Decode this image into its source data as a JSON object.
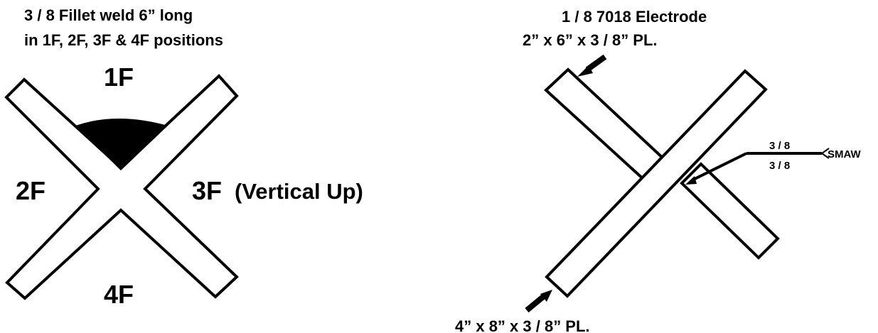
{
  "left_diagram": {
    "title_line1": "3 / 8 Fillet weld 6” long",
    "title_line2": "in 1F, 2F, 3F & 4F positions",
    "positions": {
      "top": "1F",
      "left": "2F",
      "right": "3F",
      "right_note": "(Vertical Up)",
      "bottom": "4F"
    }
  },
  "right_diagram": {
    "electrode": "1 / 8 7018 Electrode",
    "upper_plate": "2” x 6” x 3 / 8” PL.",
    "lower_plate": "4” x 8” x 3 / 8” PL.",
    "weld_symbol": {
      "arrow_side_size": "3 / 8",
      "other_side_size": "3 / 8",
      "process": "SMAW"
    }
  },
  "colors": {
    "ink": "#000000",
    "paper": "#ffffff"
  }
}
